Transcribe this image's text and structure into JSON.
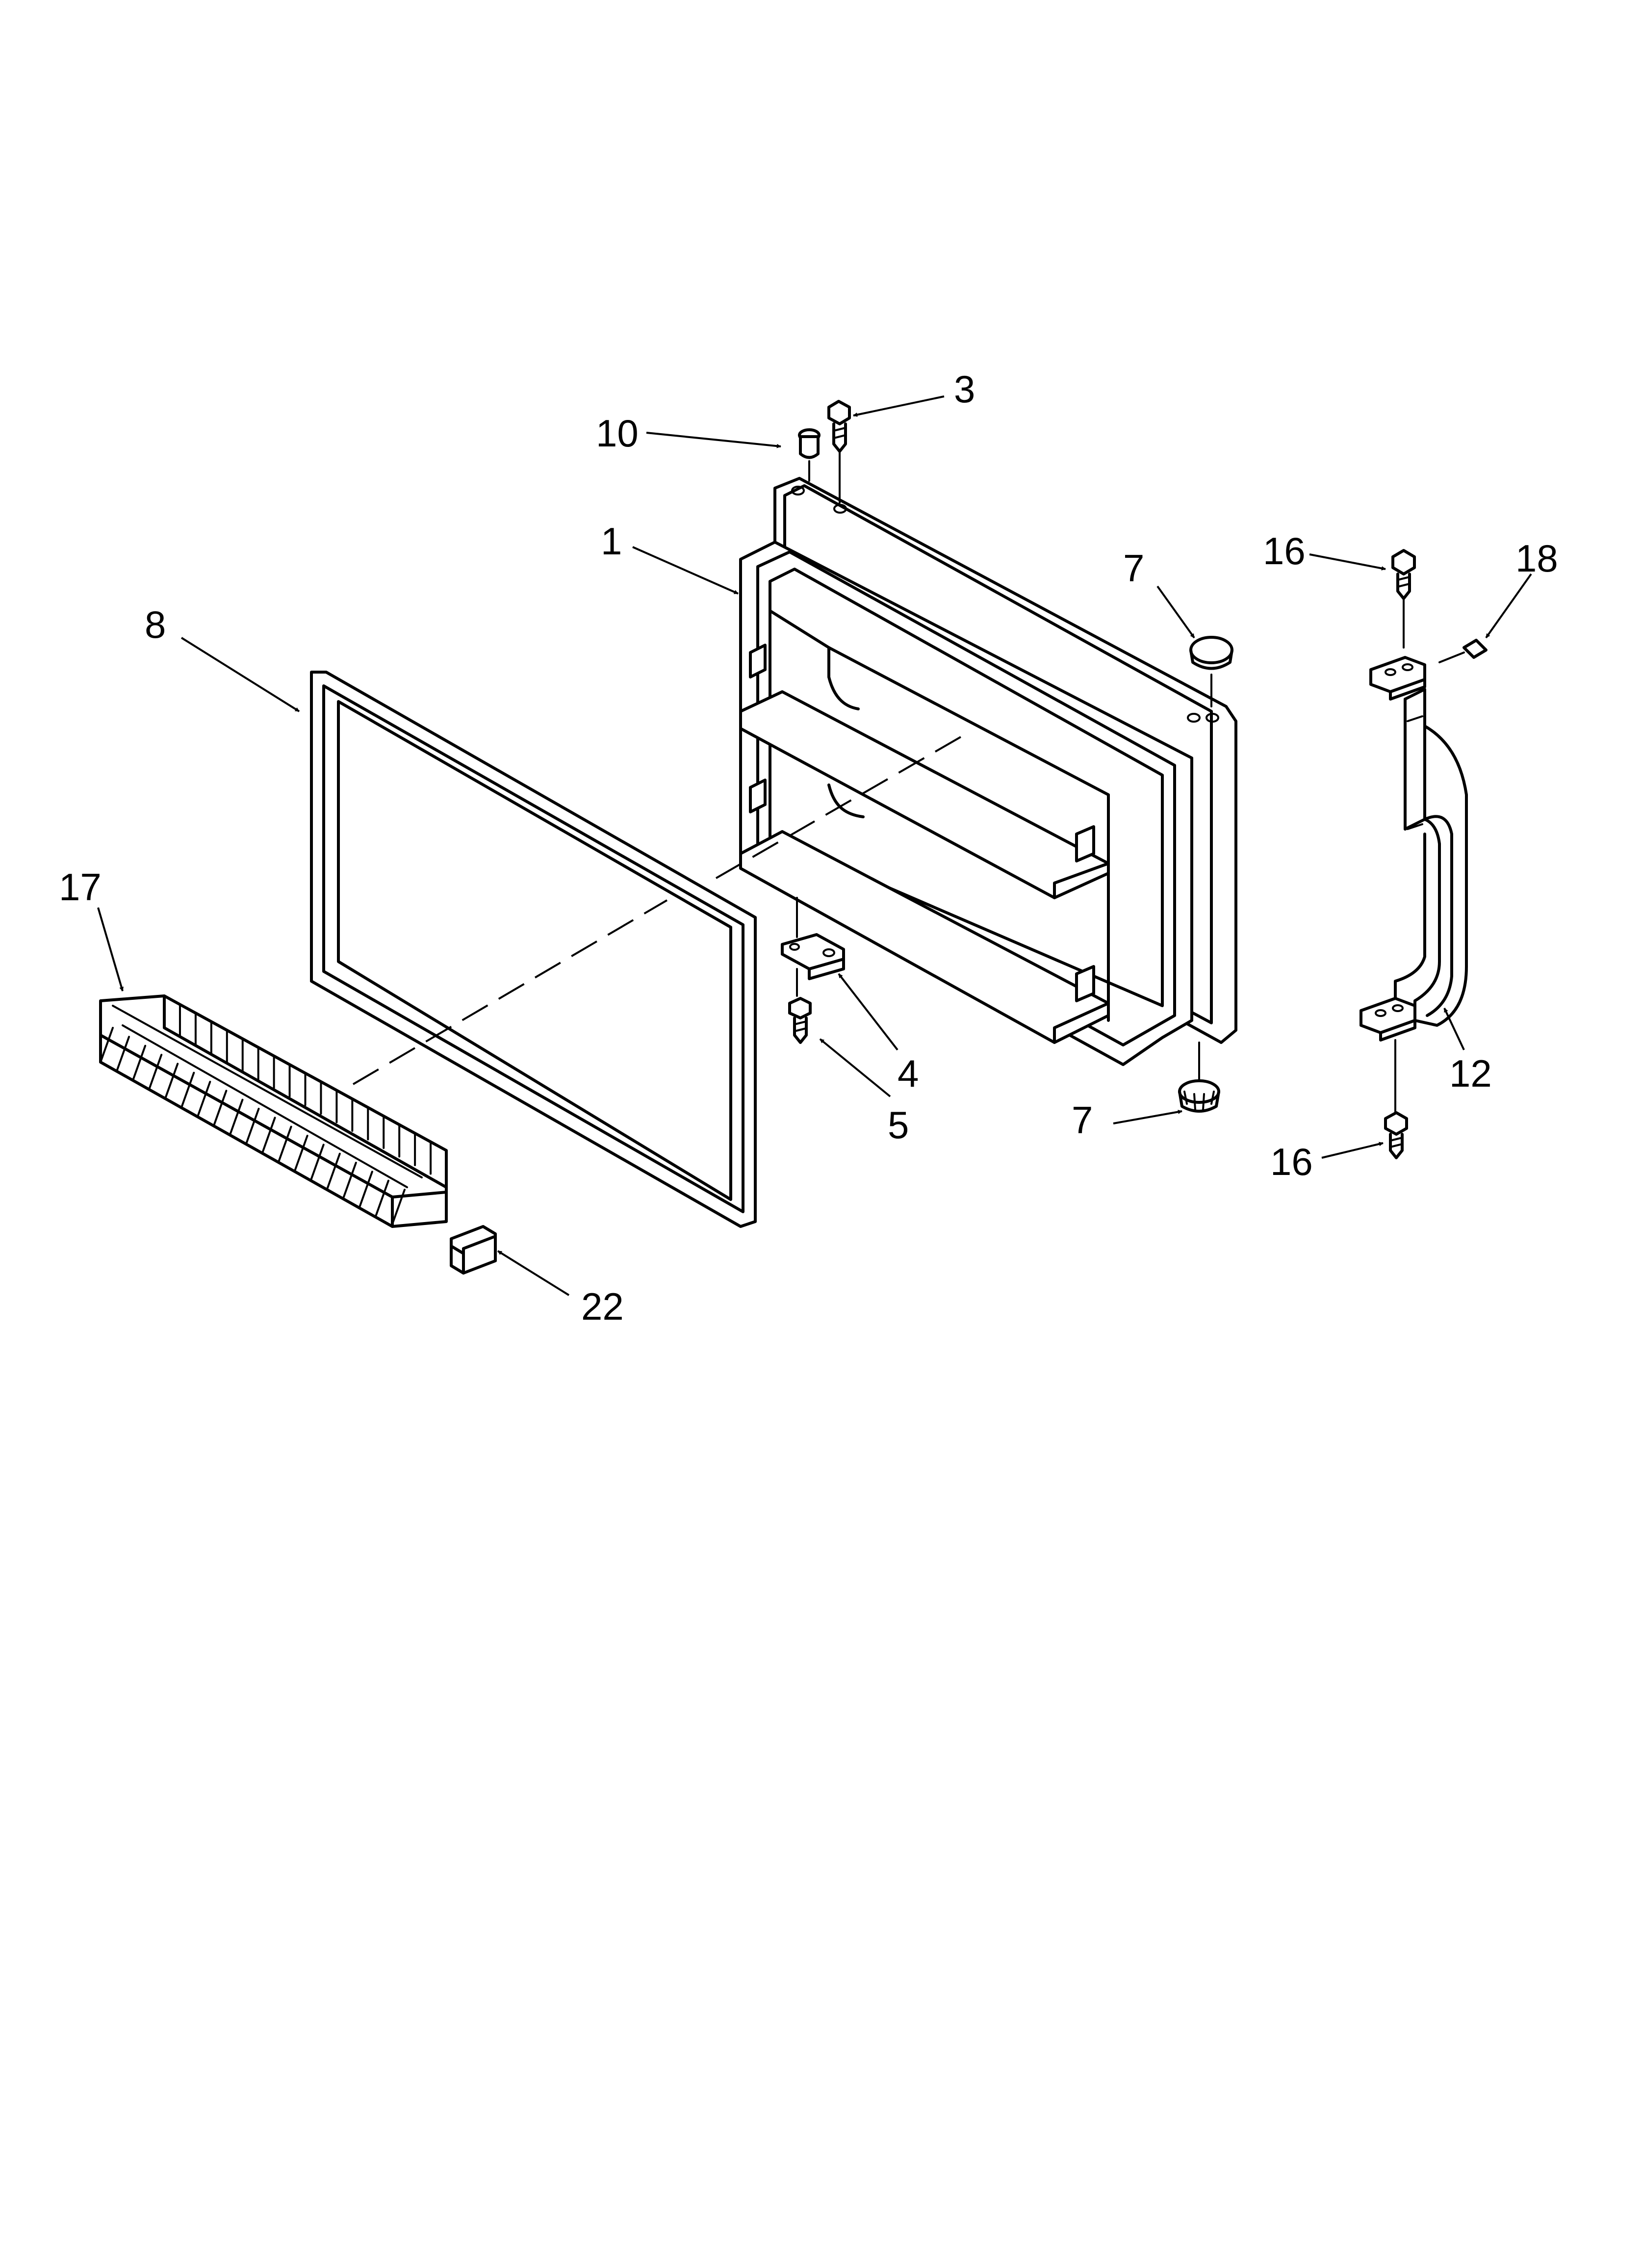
{
  "callouts": {
    "c1": "1",
    "c3": "3",
    "c4": "4",
    "c5": "5",
    "c7_top": "7",
    "c7_bottom": "7",
    "c8": "8",
    "c10": "10",
    "c12": "12",
    "c16_top": "16",
    "c16_bottom": "16",
    "c17": "17",
    "c18": "18",
    "c22": "22"
  }
}
